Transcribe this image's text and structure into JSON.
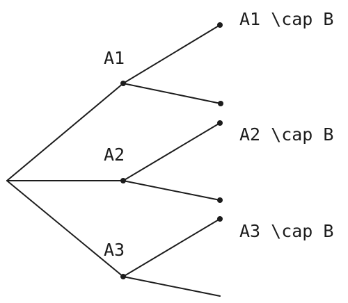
{
  "diagram": {
    "type": "probability-tree",
    "stroke_color": "#1c1c1c",
    "branch_labels": [
      "A1",
      "A2",
      "A3"
    ],
    "outcome_labels": [
      "A1 \\cap B",
      "A2 \\cap B",
      "A3 \\cap B"
    ]
  }
}
